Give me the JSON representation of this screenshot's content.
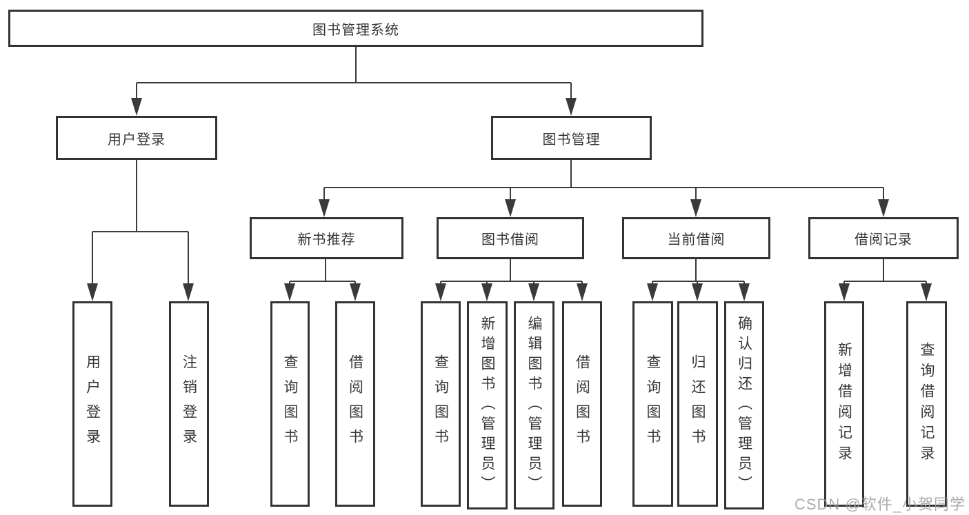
{
  "root": {
    "label": "图书管理系统"
  },
  "branches": {
    "user_login": {
      "label": "用户登录",
      "children": [
        "用户登录",
        "注销登录"
      ]
    },
    "book_management": {
      "label": "图书管理",
      "children": {
        "new_book_recommend": {
          "label": "新书推荐",
          "children": [
            "查询图书",
            "借阅图书"
          ]
        },
        "book_borrow": {
          "label": "图书借阅",
          "children": [
            "查询图书",
            "新增图书（管理员）",
            "编辑图书（管理员）",
            "借阅图书"
          ]
        },
        "current_borrow": {
          "label": "当前借阅",
          "children": [
            "查询图书",
            "归还图书",
            "确认归还（管理员）"
          ]
        },
        "borrow_record": {
          "label": "借阅记录",
          "children": [
            "新增借阅记录",
            "查询借阅记录"
          ]
        }
      }
    }
  },
  "watermark": "CSDN @软件_小贺同学",
  "colors": {
    "line": "#3a3a3a",
    "border": "#333333",
    "text": "#363636",
    "watermark": "#9e9e9e",
    "background": "#ffffff"
  }
}
